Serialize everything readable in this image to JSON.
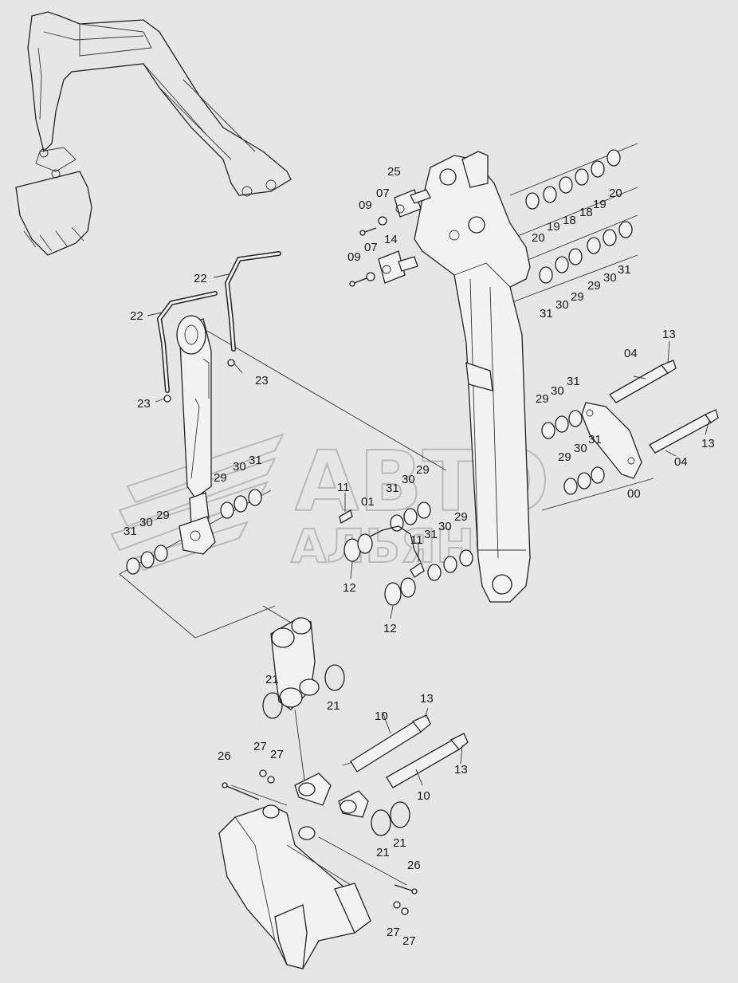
{
  "watermark": {
    "line1": "АВТО",
    "line2": "АЛЬЯНС"
  },
  "parts": [
    {
      "id": "lbl-25",
      "text": "25"
    },
    {
      "id": "lbl-09a",
      "text": "09"
    },
    {
      "id": "lbl-07a",
      "text": "07"
    },
    {
      "id": "lbl-14",
      "text": "14"
    },
    {
      "id": "lbl-09b",
      "text": "09"
    },
    {
      "id": "lbl-07b",
      "text": "07"
    },
    {
      "id": "lbl-20a",
      "text": "20"
    },
    {
      "id": "lbl-19a",
      "text": "19"
    },
    {
      "id": "lbl-18a",
      "text": "18"
    },
    {
      "id": "lbl-18b",
      "text": "18"
    },
    {
      "id": "lbl-19b",
      "text": "19"
    },
    {
      "id": "lbl-20b",
      "text": "20"
    },
    {
      "id": "lbl-31a",
      "text": "31"
    },
    {
      "id": "lbl-30a",
      "text": "30"
    },
    {
      "id": "lbl-29a",
      "text": "29"
    },
    {
      "id": "lbl-29b",
      "text": "29"
    },
    {
      "id": "lbl-30b",
      "text": "30"
    },
    {
      "id": "lbl-31b",
      "text": "31"
    },
    {
      "id": "lbl-22a",
      "text": "22"
    },
    {
      "id": "lbl-22b",
      "text": "22"
    },
    {
      "id": "lbl-23a",
      "text": "23"
    },
    {
      "id": "lbl-23b",
      "text": "23"
    },
    {
      "id": "lbl-13a",
      "text": "13"
    },
    {
      "id": "lbl-04a",
      "text": "04"
    },
    {
      "id": "lbl-29c",
      "text": "29"
    },
    {
      "id": "lbl-30c",
      "text": "30"
    },
    {
      "id": "lbl-31c",
      "text": "31"
    },
    {
      "id": "lbl-13b",
      "text": "13"
    },
    {
      "id": "lbl-29d",
      "text": "29"
    },
    {
      "id": "lbl-30d",
      "text": "30"
    },
    {
      "id": "lbl-31d",
      "text": "31"
    },
    {
      "id": "lbl-04b",
      "text": "04"
    },
    {
      "id": "lbl-00",
      "text": "00"
    },
    {
      "id": "lbl-29e",
      "text": "29"
    },
    {
      "id": "lbl-30e",
      "text": "30"
    },
    {
      "id": "lbl-31e",
      "text": "31"
    },
    {
      "id": "lbl-31f",
      "text": "31"
    },
    {
      "id": "lbl-30f",
      "text": "30"
    },
    {
      "id": "lbl-29f",
      "text": "29"
    },
    {
      "id": "lbl-11a",
      "text": "11"
    },
    {
      "id": "lbl-01",
      "text": "01"
    },
    {
      "id": "lbl-31g",
      "text": "31"
    },
    {
      "id": "lbl-30g",
      "text": "30"
    },
    {
      "id": "lbl-29g",
      "text": "29"
    },
    {
      "id": "lbl-12a",
      "text": "12"
    },
    {
      "id": "lbl-11b",
      "text": "11"
    },
    {
      "id": "lbl-31h",
      "text": "31"
    },
    {
      "id": "lbl-30h",
      "text": "30"
    },
    {
      "id": "lbl-29h",
      "text": "29"
    },
    {
      "id": "lbl-12b",
      "text": "12"
    },
    {
      "id": "lbl-21a",
      "text": "21"
    },
    {
      "id": "lbl-21b",
      "text": "21"
    },
    {
      "id": "lbl-13c",
      "text": "13"
    },
    {
      "id": "lbl-10a",
      "text": "10"
    },
    {
      "id": "lbl-26a",
      "text": "26"
    },
    {
      "id": "lbl-27a",
      "text": "27"
    },
    {
      "id": "lbl-27b",
      "text": "27"
    },
    {
      "id": "lbl-13d",
      "text": "13"
    },
    {
      "id": "lbl-10b",
      "text": "10"
    },
    {
      "id": "lbl-21c",
      "text": "21"
    },
    {
      "id": "lbl-21d",
      "text": "21"
    },
    {
      "id": "lbl-26b",
      "text": "26"
    },
    {
      "id": "lbl-27c",
      "text": "27"
    },
    {
      "id": "lbl-27d",
      "text": "27"
    }
  ]
}
